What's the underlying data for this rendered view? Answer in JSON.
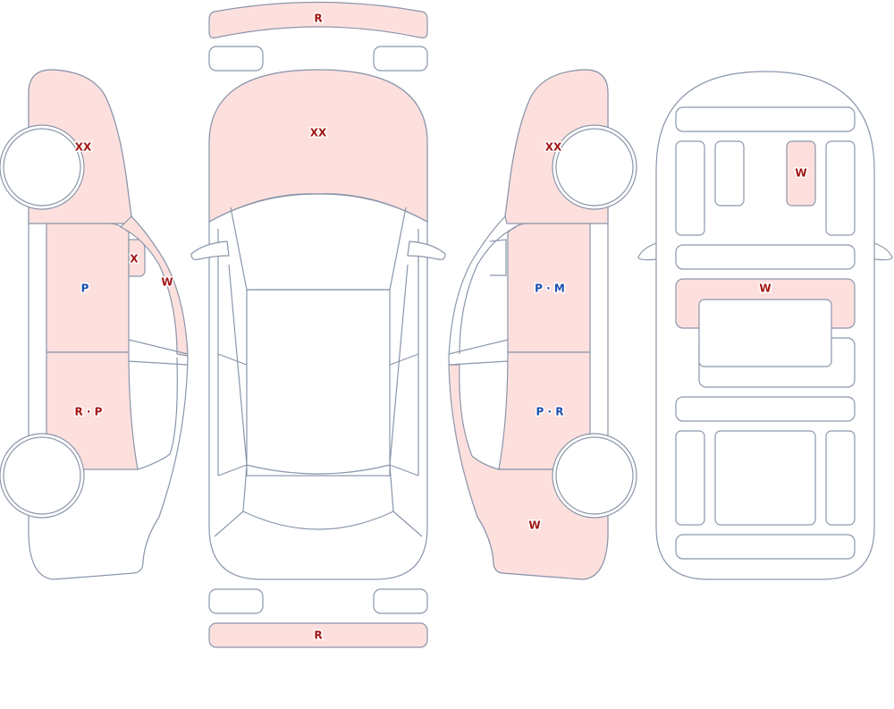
{
  "colors": {
    "damaged_fill": "#fde0de",
    "outline": "#8a96aa",
    "code_red": "#a31515",
    "code_blue": "#1a4fb0"
  },
  "codes": {
    "front_bumper": "R",
    "hood": "XX",
    "rear_bumper": "R",
    "left_front_fender": "XX",
    "left_front_door": "P",
    "left_mirror": "X",
    "left_a_pillar": "W",
    "left_rear_door": "R · P",
    "right_front_fender": "XX",
    "right_front_door": "P · M",
    "right_rear_door": "P · R",
    "right_rear_quarter": "W",
    "floor_panel_top": "W",
    "floor_panel_mid": "W"
  }
}
